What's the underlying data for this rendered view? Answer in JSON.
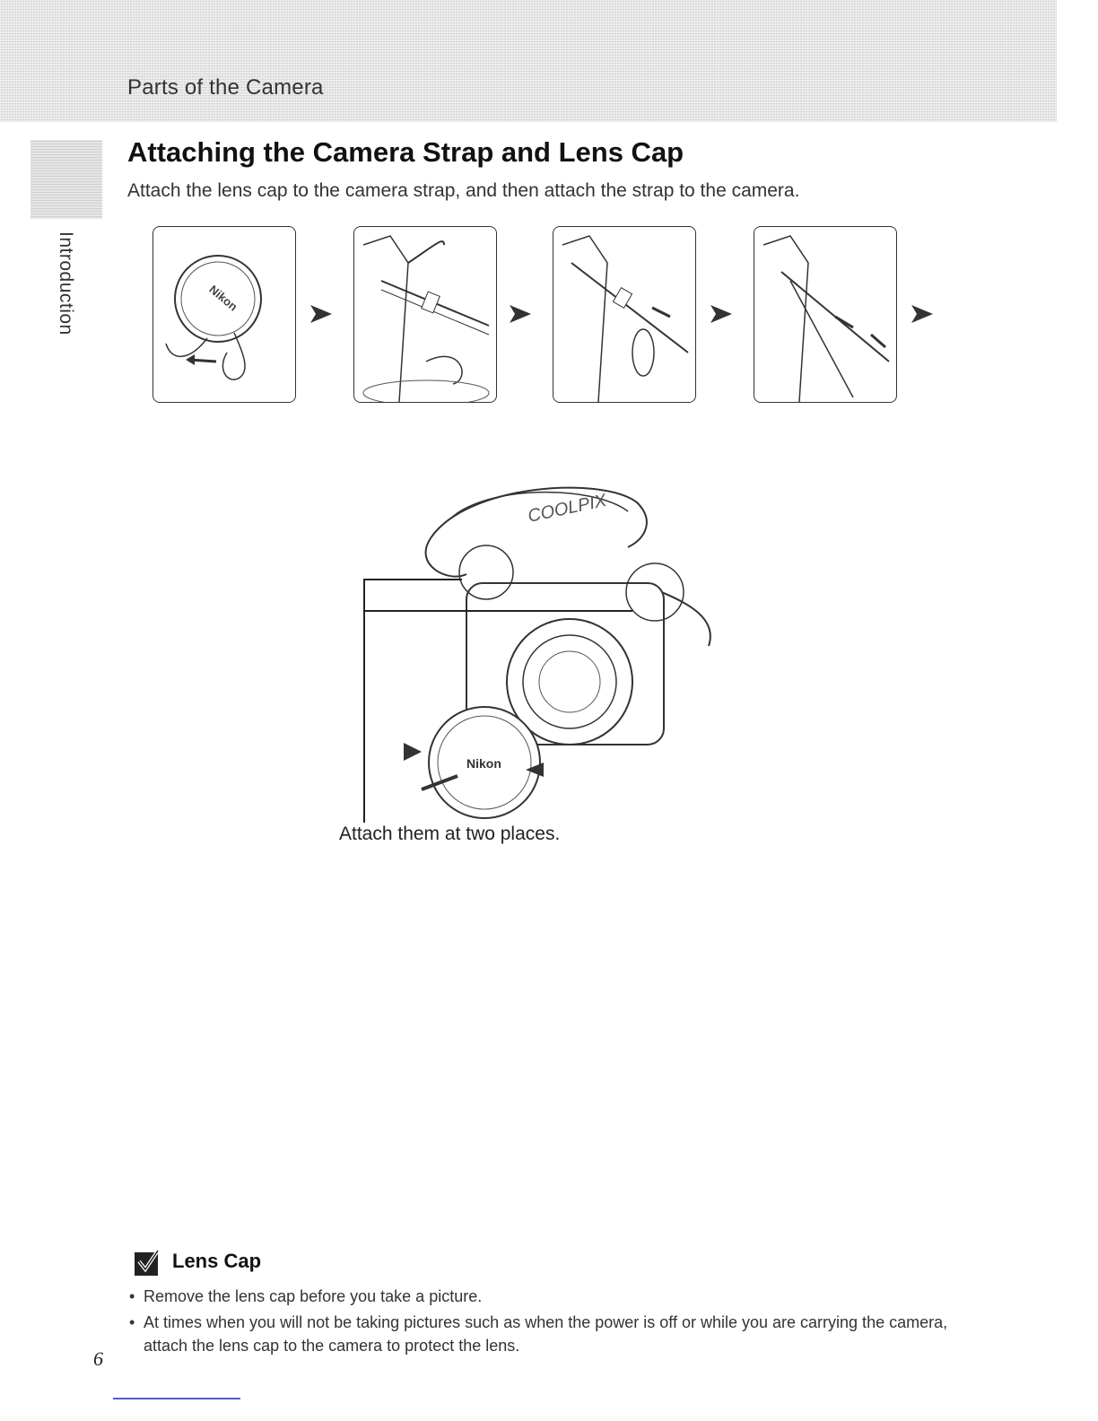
{
  "header": {
    "section": "Parts of the Camera"
  },
  "sidebar": {
    "label": "Introduction"
  },
  "content": {
    "title": "Attaching the Camera Strap and Lens Cap",
    "lead": "Attach the lens cap to the camera strap, and then attach the strap to the camera.",
    "figure_caption": "Attach them at two places.",
    "lens_cap_brand": "Nikon",
    "strap_brand": "COOLPIX"
  },
  "note": {
    "icon": "check-icon",
    "title": "Lens Cap",
    "items": [
      "Remove the lens cap before you take a picture.",
      "At times when you will not be taking pictures such as when the power is off or while you are carrying the camera, attach the lens cap to the camera to protect the lens."
    ]
  },
  "footer": {
    "page_number": "6"
  }
}
